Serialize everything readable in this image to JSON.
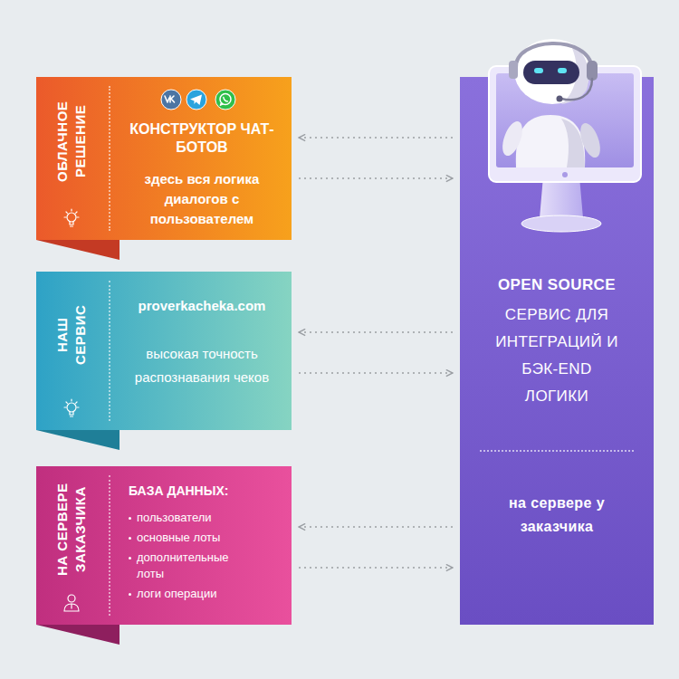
{
  "diagram": {
    "nodes": [
      {
        "text": [
          "ОБЛАЧНОЕ РЕШЕНИЕ",
          "КОНСТРУКТОР ЧАТ-БОТОВ",
          "здесь вся логика диалогов с пользователем"
        ]
      },
      {
        "text": [
          "НАШ СЕРВИС",
          "proverkacheka.com",
          "высокая точность распознавания чеков"
        ]
      },
      {
        "text": [
          "НА СЕРВЕРЕ ЗАКАЗЧИКА",
          "БАЗА ДАННЫХ:",
          "пользователи",
          "основные лоты",
          "дополнительные лоты",
          "логи операции"
        ]
      },
      {
        "text": [
          "OPEN SOURCE",
          "СЕРВИС ДЛЯ ИНТЕГРАЦИЙ И БЭК-END ЛОГИКИ",
          "на сервере у заказчика"
        ]
      }
    ],
    "edges": [
      {
        "from": 3,
        "to": 0,
        "arrow": "to"
      },
      {
        "from": 0,
        "to": 3,
        "arrow": "to"
      },
      {
        "from": 3,
        "to": 1,
        "arrow": "to"
      },
      {
        "from": 1,
        "to": 3,
        "arrow": "to"
      },
      {
        "from": 3,
        "to": 2,
        "arrow": "to"
      },
      {
        "from": 2,
        "to": 3,
        "arrow": "to"
      }
    ]
  }
}
